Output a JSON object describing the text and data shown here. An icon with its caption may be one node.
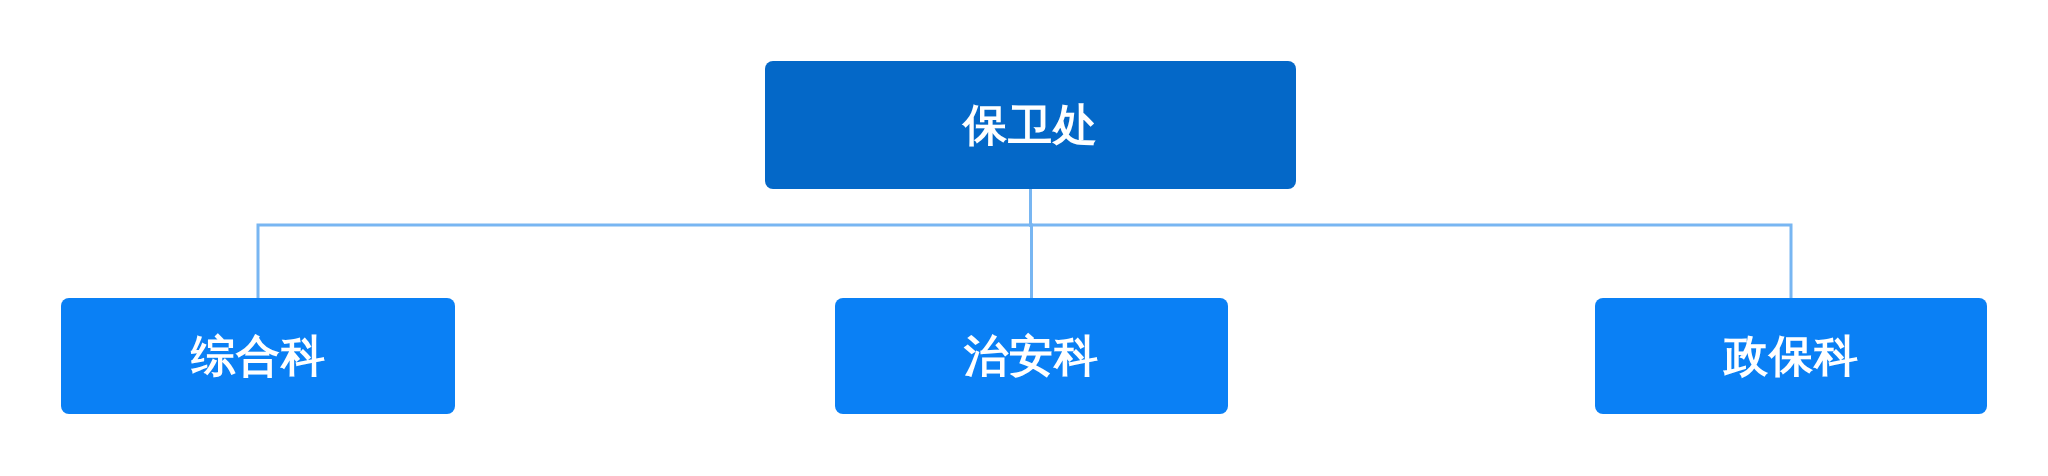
{
  "diagram": {
    "nodes": [
      {
        "text": [
          "保卫处"
        ]
      },
      {
        "text": [
          "综合科"
        ]
      },
      {
        "text": [
          "治安科"
        ]
      },
      {
        "text": [
          "政保科"
        ]
      }
    ],
    "edges": [
      {
        "from": 0,
        "to": 1,
        "arrow": "none"
      },
      {
        "from": 0,
        "to": 2,
        "arrow": "none"
      },
      {
        "from": 0,
        "to": 3,
        "arrow": "none"
      }
    ]
  }
}
